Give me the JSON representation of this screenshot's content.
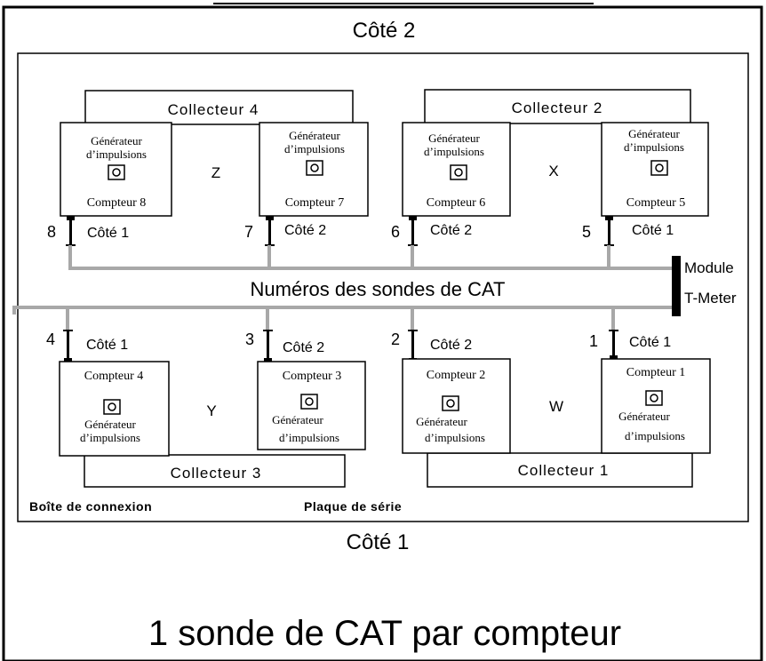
{
  "top_side_label": "Côté 2",
  "bottom_side_label": "Côté 1",
  "caption": "1 sonde de CAT par compteur",
  "center_label": "Numéros des sondes de CAT",
  "module_label": [
    "Module",
    "T-Meter"
  ],
  "junction_box_label": "Boîte de connexion",
  "series_plate_label": "Plaque de série",
  "pulse_generator_lines": [
    "Générateur",
    "d’impulsions"
  ],
  "collectors": {
    "c4": "Collecteur 4",
    "c2": "Collecteur 2",
    "c3": "Collecteur 3",
    "c1": "Collecteur 1"
  },
  "zones": {
    "z": "Z",
    "x": "X",
    "y": "Y",
    "w": "W"
  },
  "meters": {
    "m8": "Compteur 8",
    "m7": "Compteur 7",
    "m6": "Compteur 6",
    "m5": "Compteur 5",
    "m4": "Compteur 4",
    "m3": "Compteur 3",
    "m2": "Compteur 2",
    "m1": "Compteur 1"
  },
  "probes": {
    "p8": {
      "num": "8",
      "side": "Côté 1"
    },
    "p7": {
      "num": "7",
      "side": "Côté 2"
    },
    "p6": {
      "num": "6",
      "side": "Côté 2"
    },
    "p5": {
      "num": "5",
      "side": "Côté 1"
    },
    "p4": {
      "num": "4",
      "side": "Côté 1"
    },
    "p3": {
      "num": "3",
      "side": "Côté 2"
    },
    "p2": {
      "num": "2",
      "side": "Côté 2"
    },
    "p1": {
      "num": "1",
      "side": "Côté 1"
    }
  }
}
